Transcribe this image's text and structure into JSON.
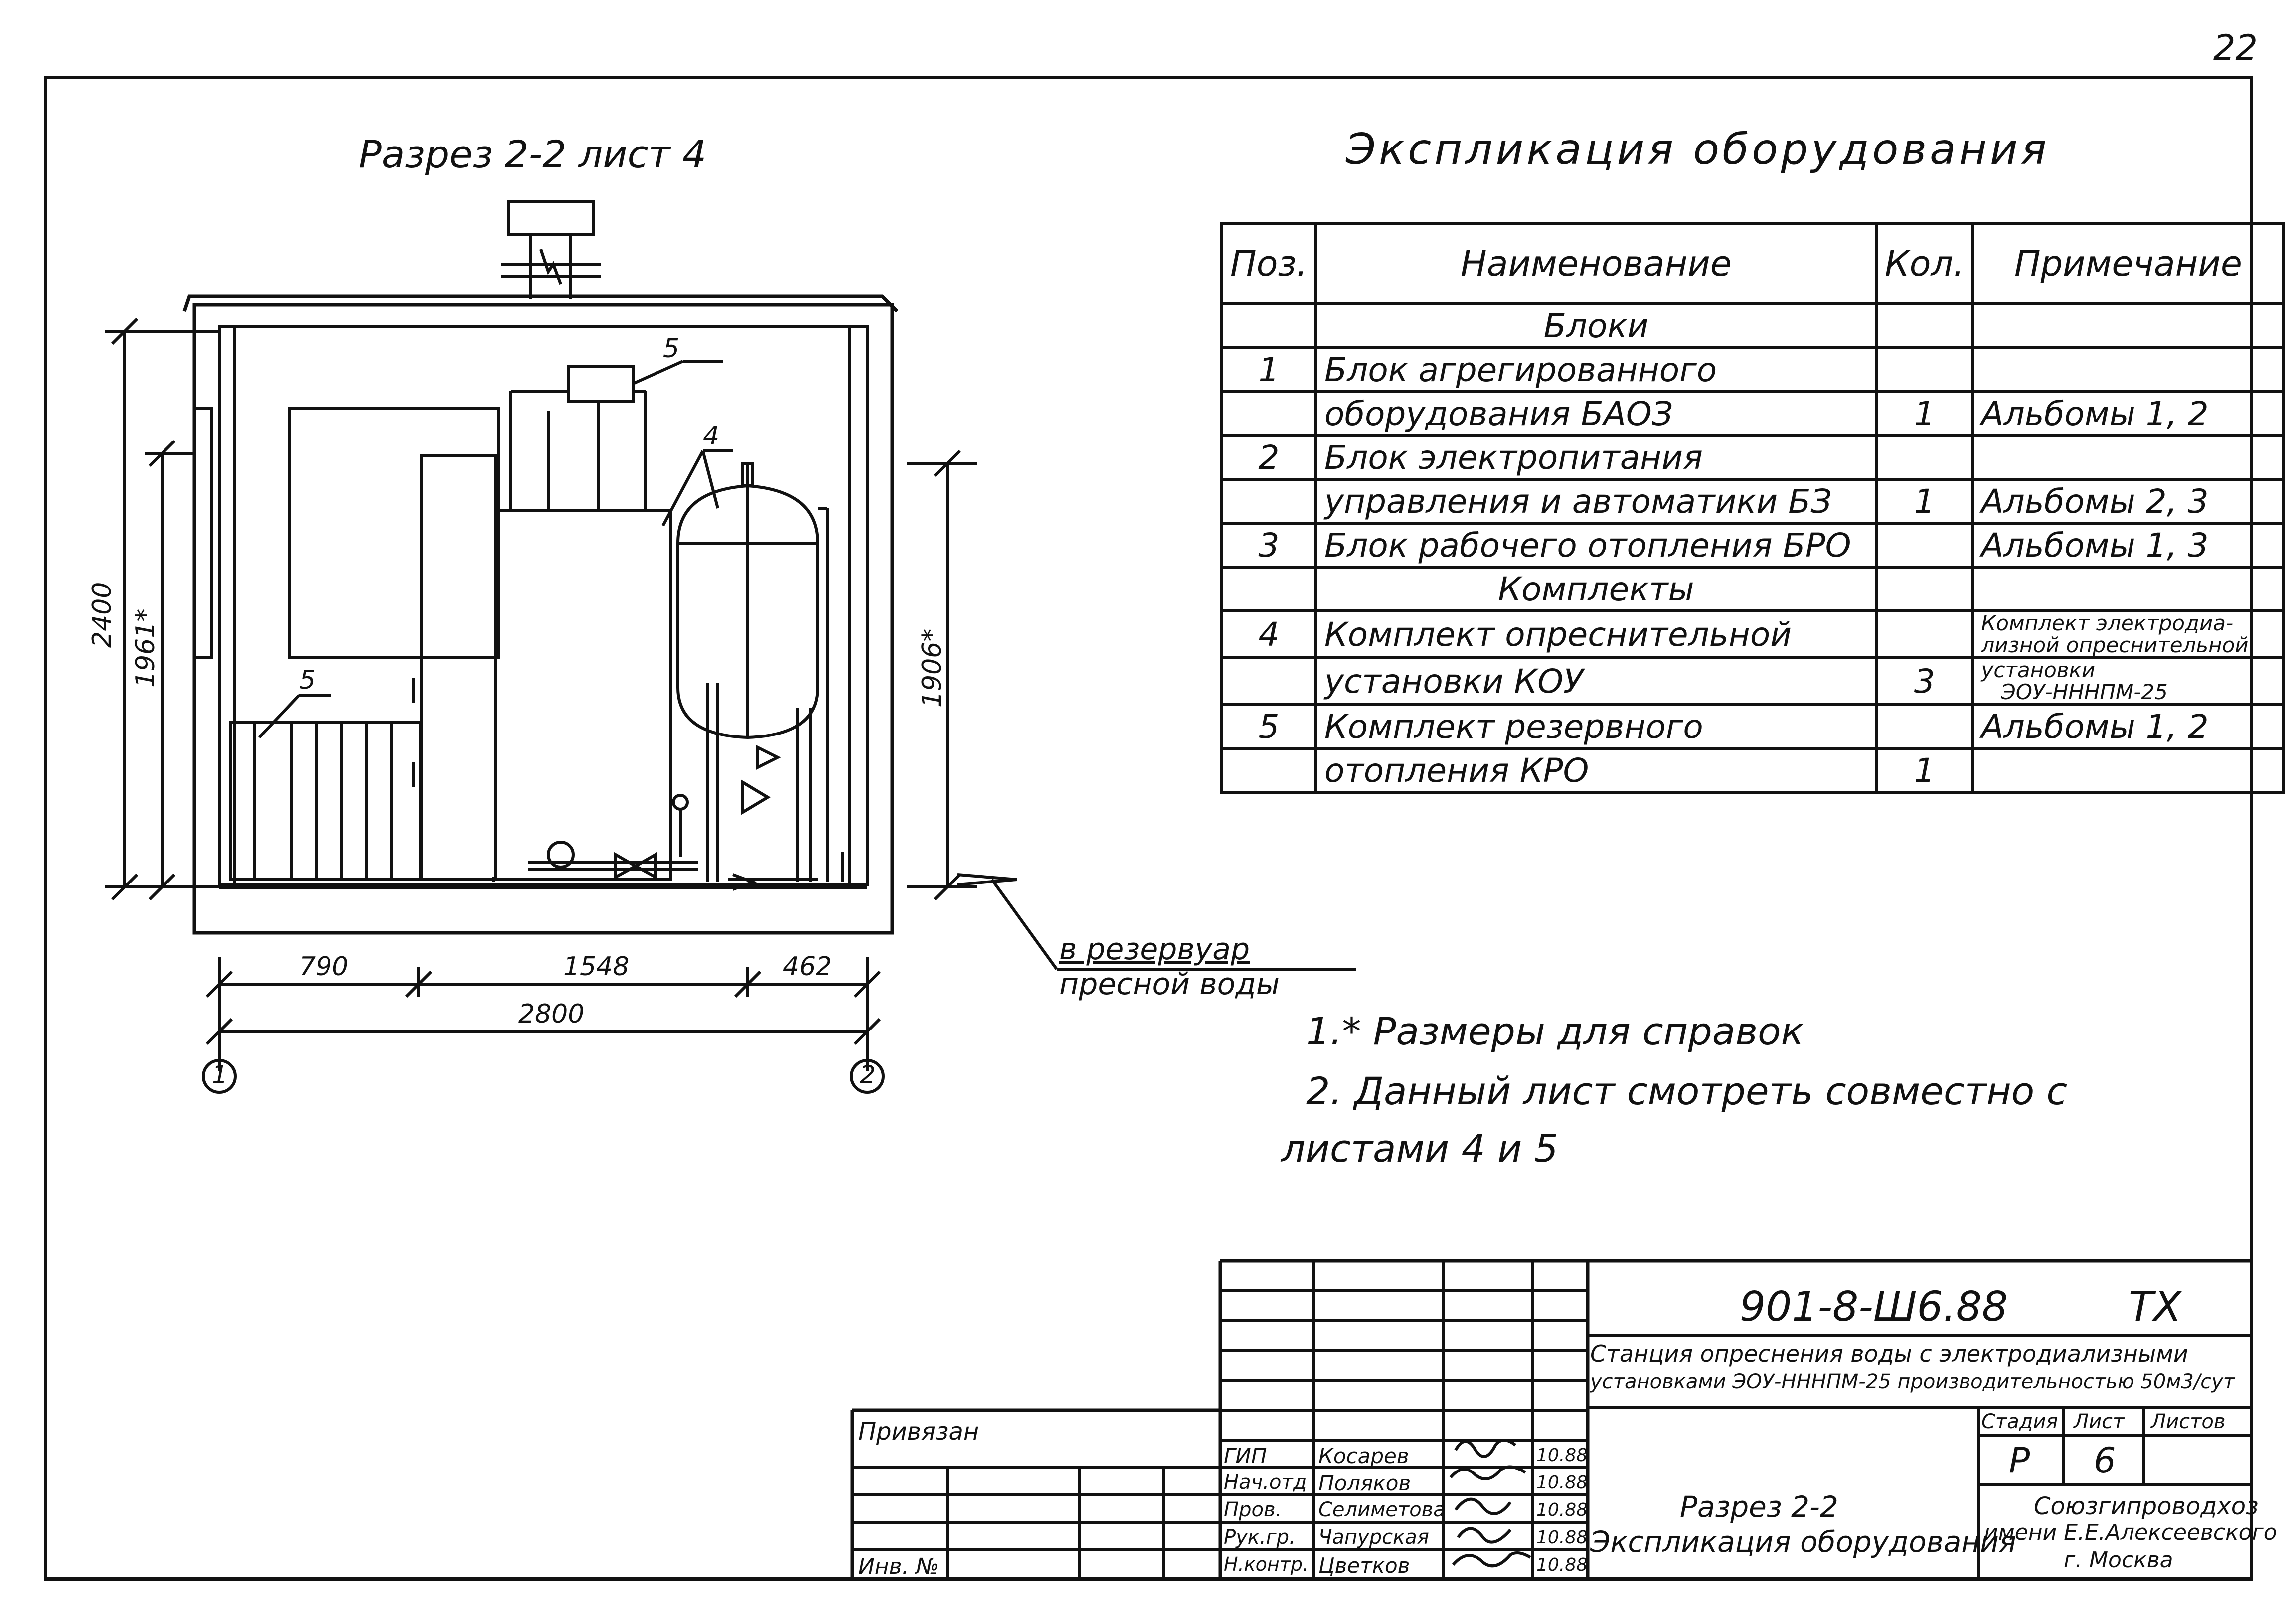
{
  "sheet_number": "22",
  "section": {
    "title": "Разрез 2-2  лист 4",
    "dimensions": {
      "height_total": "2400",
      "height_left": "1961*",
      "height_right": "1906*",
      "width_a": "790",
      "width_b": "1548",
      "width_c": "462",
      "width_total": "2800"
    },
    "axis_1": "1",
    "axis_2": "2",
    "leader_5_top": "5",
    "leader_4": "4",
    "leader_5_left": "5",
    "outlet_label_1": "в резервуар",
    "outlet_label_2": "пресной воды"
  },
  "explication": {
    "title": "Экспликация оборудования",
    "headers": {
      "pos": "Поз.",
      "name": "Наименование",
      "qty": "Кол.",
      "note": "Примечание"
    },
    "rows": [
      {
        "pos": "",
        "name": "Блоки",
        "qty": "",
        "note": "",
        "group": true
      },
      {
        "pos": "1",
        "name": "Блок агрегированного",
        "qty": "",
        "note": ""
      },
      {
        "pos": "",
        "name": "оборудования БАОЗ",
        "qty": "1",
        "note": "Альбомы 1, 2"
      },
      {
        "pos": "2",
        "name": "Блок электропитания",
        "qty": "",
        "note": ""
      },
      {
        "pos": "",
        "name": "управления и автоматики БЗ",
        "qty": "1",
        "note": "Альбомы 2, 3"
      },
      {
        "pos": "3",
        "name": "Блок рабочего отопления БРО",
        "qty": "",
        "note": "Альбомы 1, 3"
      },
      {
        "pos": "",
        "name": "Комплекты",
        "qty": "",
        "note": "",
        "group": true
      },
      {
        "pos": "4",
        "name": "Комплект опреснительной",
        "qty": "",
        "note": "Комплект электродиа-\nлизной опреснительной"
      },
      {
        "pos": "",
        "name": "установки КОУ",
        "qty": "3",
        "note": "установки\n   ЭОУ-НННПМ-25"
      },
      {
        "pos": "5",
        "name": "Комплект резервного",
        "qty": "",
        "note": "Альбомы  1, 2"
      },
      {
        "pos": "",
        "name": "отопления КРО",
        "qty": "1",
        "note": ""
      }
    ]
  },
  "notes": {
    "note1": "1.*  Размеры для справок",
    "note2": "2.  Данный лист  смотреть  совместно с",
    "note3": "листами   4 и 5"
  },
  "title_block": {
    "doc_code": "901-8-Ш6.88",
    "doc_mark": "ТХ",
    "project_line1": "Станция опреснения воды с электродиализными",
    "project_line2": "установками ЭОУ-НННПМ-25 производительностью 50м3/сут",
    "stage_label": "Стадия",
    "sheet_label": "Лист",
    "sheets_label": "Листов",
    "stage": "Р",
    "sheet": "6",
    "sheet_name_1": "Разрез 2-2",
    "sheet_name_2": "Экспликация оборудования",
    "org_1": "Союзгипроводхоз",
    "org_2": "имени Е.Е.Алексеевского",
    "org_3": "г. Москва",
    "bound_label": "Привязан",
    "inv_label": "Инв. №",
    "staff": [
      {
        "role": "ГИП",
        "name": "Косарев",
        "date": "10.88"
      },
      {
        "role": "Нач.отд",
        "name": "Поляков",
        "date": "10.88"
      },
      {
        "role": "Пров.",
        "name": "Селиметова",
        "date": "10.88"
      },
      {
        "role": "Рук.гр.",
        "name": "Чапурская",
        "date": "10.88"
      },
      {
        "role": "Н.контр.",
        "name": "Цветков",
        "date": "10.88"
      }
    ]
  }
}
